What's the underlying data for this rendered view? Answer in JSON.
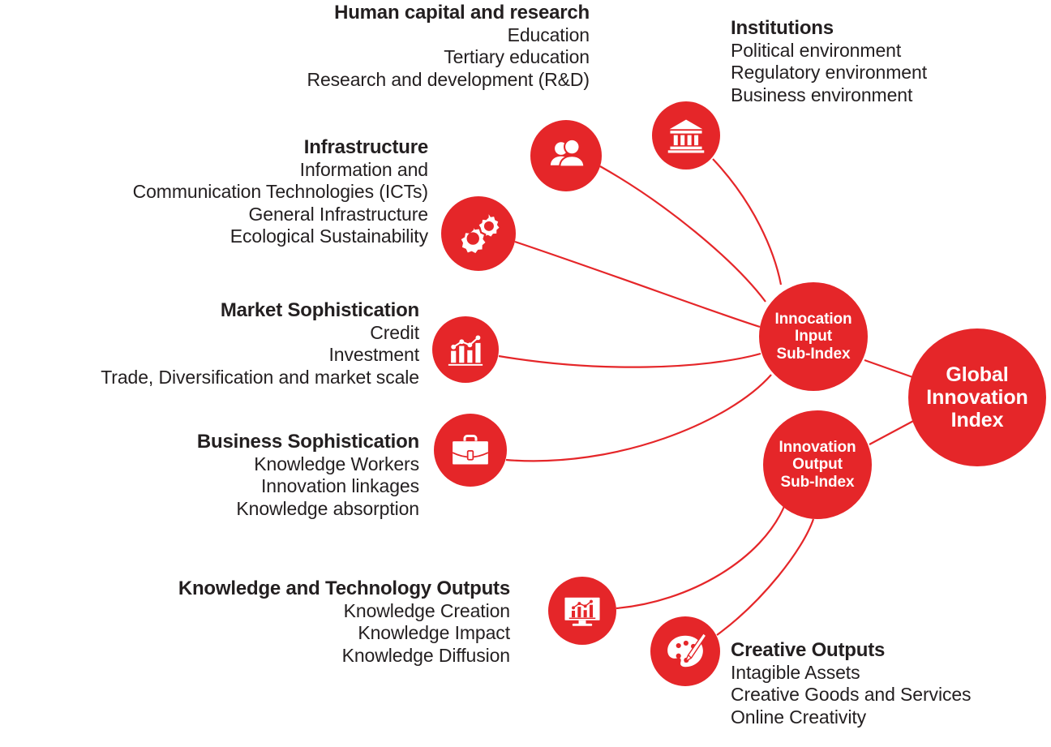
{
  "theme": {
    "accent": "#e52629",
    "text": "#231f20",
    "background": "#ffffff",
    "node_label": "#ffffff"
  },
  "hubs": {
    "gii": {
      "label": "Global\nInnovation\nIndex"
    },
    "input": {
      "label": "Innocation\nInput\nSub-Index"
    },
    "output": {
      "label": "Innovation\nOutput\nSub-Index"
    }
  },
  "pillars": [
    {
      "id": "human-capital-and-research",
      "title": "Human capital and research",
      "icon": "people-icon",
      "sub": [
        "Education",
        "Tertiary education",
        "Research and development (R&D)"
      ]
    },
    {
      "id": "institutions",
      "title": "Institutions",
      "icon": "bank-icon",
      "sub": [
        "Political environment",
        "Regulatory environment",
        "Business environment"
      ]
    },
    {
      "id": "infrastructure",
      "title": "Infrastructure",
      "icon": "gears-icon",
      "sub": [
        "Information and",
        "Communication Technologies (ICTs)",
        "General Infrastructure",
        "Ecological Sustainability"
      ]
    },
    {
      "id": "market-sophistication",
      "title": "Market Sophistication",
      "icon": "bar-chart-icon",
      "sub": [
        "Credit",
        "Investment",
        "Trade, Diversification and market scale"
      ]
    },
    {
      "id": "business-sophistication",
      "title": "Business Sophistication",
      "icon": "briefcase-icon",
      "sub": [
        "Knowledge Workers",
        "Innovation linkages",
        "Knowledge absorption"
      ]
    },
    {
      "id": "knowledge-and-technology-outputs",
      "title": "Knowledge and Technology Outputs",
      "icon": "monitor-chart-icon",
      "sub": [
        "Knowledge Creation",
        "Knowledge Impact",
        "Knowledge Diffusion"
      ]
    },
    {
      "id": "creative-outputs",
      "title": "Creative Outputs",
      "icon": "palette-icon",
      "sub": [
        "Intagible Assets",
        "Creative Goods and Services",
        "Online Creativity"
      ]
    }
  ]
}
